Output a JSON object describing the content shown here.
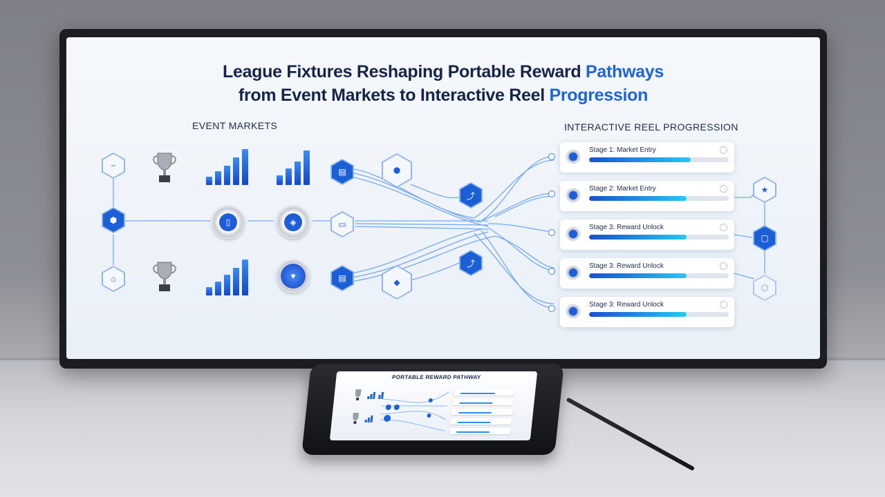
{
  "screen": {
    "title_line1_a": "League Fixtures Reshaping Portable Reward ",
    "title_line1_b": "Pathways",
    "title_line2_a": "from Event Markets to Interactive Reel ",
    "title_line2_b": "Progression",
    "left_section": "EVENT MARKETS",
    "right_section": "INTERACTIVE REEL PROGRESSION"
  },
  "stages": [
    {
      "label": "Stage 1: Market Entry",
      "progress": 0.73
    },
    {
      "label": "Stage 2: Market Entry",
      "progress": 0.7
    },
    {
      "label": "Stage 3: Reward Unlock",
      "progress": 0.7
    },
    {
      "label": "Stage 3: Reward Unlock",
      "progress": 0.7
    },
    {
      "label": "Stage 3: Reward Unlock",
      "progress": 0.7
    }
  ],
  "icons": {
    "trophy": "trophy-icon",
    "bars": "bar-chart-icon",
    "hex": "hexagon-node-icon",
    "star": "star-icon",
    "document": "document-icon",
    "settings": "spinner-icon"
  },
  "colors": {
    "accent": "#1f63d8",
    "title": "#16244a",
    "line": "#3a84ea",
    "progress_start": "#1d4fd1",
    "progress_end": "#26c8f3"
  },
  "phone": {
    "title": "PORTABLE REWARD PATHWAY"
  }
}
